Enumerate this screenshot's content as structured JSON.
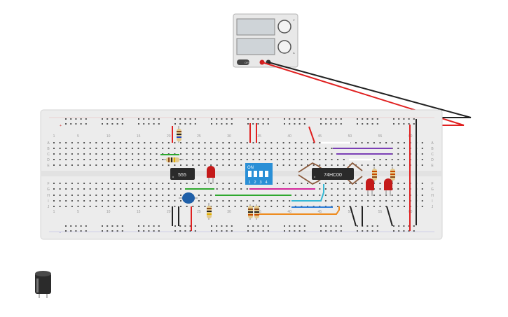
{
  "power_supply": {
    "voltage_knob_label": "V",
    "current_knob_label": "A",
    "switch_label": "OFF",
    "colors": {
      "body": "#e8e8e8",
      "display": "#cfd4d8",
      "pos_terminal": "#cc1f1f",
      "neg_terminal": "#333333"
    }
  },
  "breadboard": {
    "column_numbers": [
      "1",
      "5",
      "10",
      "15",
      "20",
      "25",
      "30",
      "35",
      "40",
      "45",
      "50",
      "55",
      "60"
    ],
    "row_letters_top": [
      "A",
      "B",
      "C",
      "D",
      "E"
    ],
    "row_letters_bottom": [
      "F",
      "G",
      "H",
      "I",
      "J"
    ],
    "rail_plus": "+",
    "rail_minus": "-",
    "colors": {
      "body": "#ececec",
      "hole": "#555555"
    }
  },
  "components": {
    "timer_ic": {
      "label": "555"
    },
    "logic_ic": {
      "label": "74HC00"
    },
    "dip_switch": {
      "on_label": "ON",
      "switch_numbers": [
        "1",
        "2",
        "3",
        "4"
      ],
      "color": "#2a8fd6"
    },
    "leds": {
      "color": "#c41a1a"
    },
    "capacitor": {
      "color": "#1f5fa8"
    },
    "electrolytic": {
      "color": "#2b2b2b"
    }
  },
  "wires": {
    "colors": {
      "red": "#e02020",
      "black": "#222222",
      "green": "#2ea82e",
      "purple": "#7b3fb5",
      "magenta": "#d4269a",
      "cyan": "#35b8d4",
      "blue": "#2f7fd9",
      "orange": "#ee8a1c",
      "white": "#f5f5f5",
      "brown": "#8a5a3c"
    }
  }
}
